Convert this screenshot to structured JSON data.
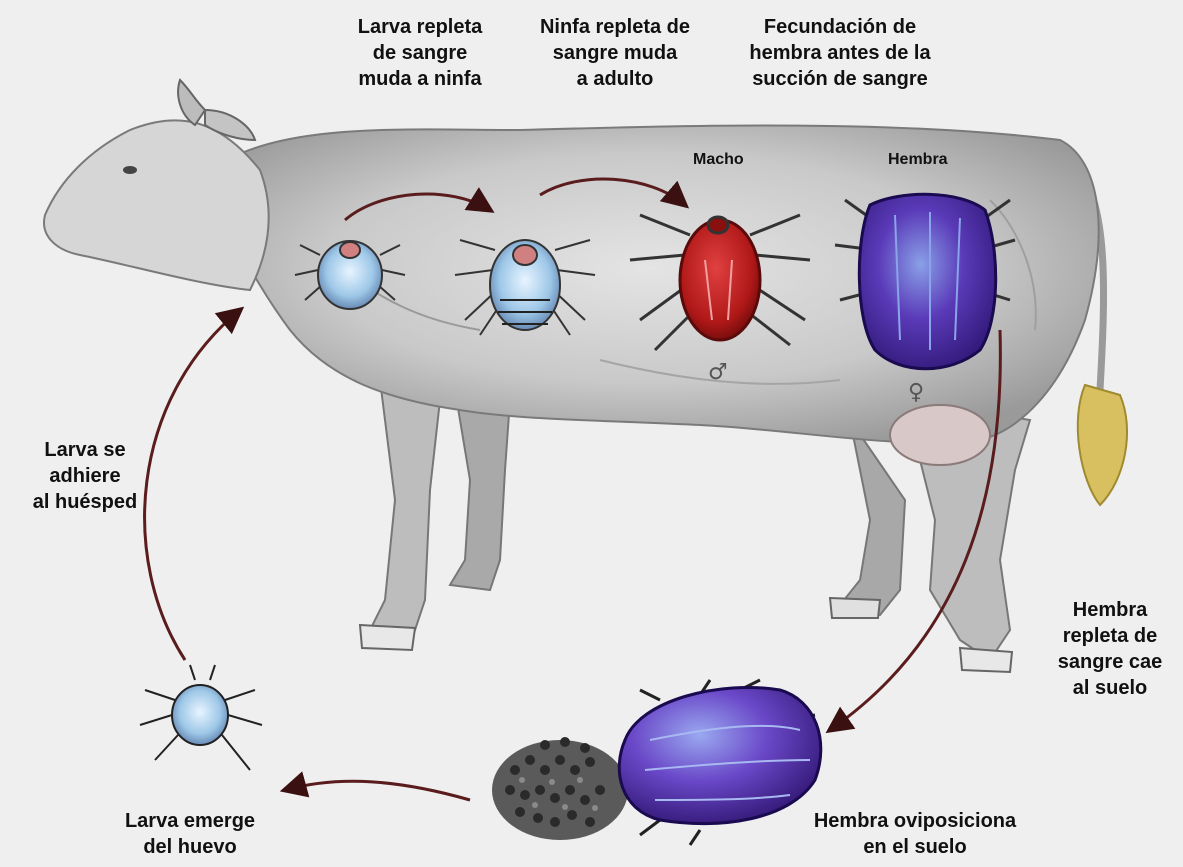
{
  "labels": {
    "larva_ninfa": [
      "Larva repleta",
      "de sangre",
      "muda a ninfa"
    ],
    "ninfa_adulto": [
      "Ninfa repleta de",
      "sangre muda",
      "a adulto"
    ],
    "fecundacion": [
      "Fecundación de",
      "hembra antes de la",
      "succión de sangre"
    ],
    "macho": "Macho",
    "hembra": "Hembra",
    "male_symbol": "♂",
    "female_symbol": "♀",
    "larva_adhiere": [
      "Larva se",
      "adhiere",
      "al huésped"
    ],
    "hembra_cae": [
      "Hembra",
      "repleta de",
      "sangre cae",
      "al suelo"
    ],
    "larva_emerge": [
      "Larva emerge",
      "del  huevo"
    ],
    "hembra_oviposiciona": [
      "Hembra oviposiciona",
      "en el suelo"
    ]
  },
  "colors": {
    "arrow": "#5a1c1c",
    "background": "#efefef",
    "cow": "#cfcfcf",
    "male_tick": "#b01818",
    "female_tick": "#4a2a9a",
    "larva_tick": "#9ec8e8"
  }
}
